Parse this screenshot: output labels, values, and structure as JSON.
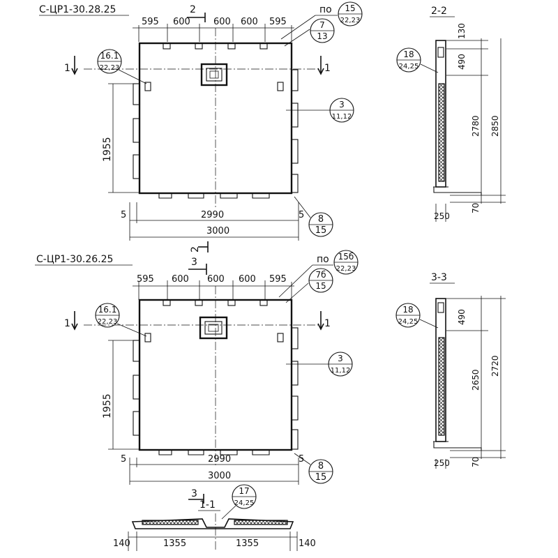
{
  "panel1": {
    "title": "С-ЦР1-30.28.25",
    "dims_top": [
      "595",
      "600",
      "600",
      "600",
      "595"
    ],
    "dim_left": "1955",
    "dim_inner": "2990",
    "dim_total": "3000",
    "edge_small": "5",
    "edge_small_right": "5",
    "section_mark": "2",
    "cut_left": "1",
    "cut_right": "1",
    "po_label": "по",
    "callouts": [
      {
        "top": "15",
        "bottom": "22,23"
      },
      {
        "top": "7",
        "bottom": "13"
      },
      {
        "top": "16.1",
        "bottom": "22,23"
      },
      {
        "top": "3",
        "bottom": "11,12"
      },
      {
        "top": "8",
        "bottom": "15"
      }
    ]
  },
  "panel2": {
    "title": "С-ЦР1-30.26.25",
    "dims_top": [
      "595",
      "600",
      "600",
      "600",
      "595"
    ],
    "dim_left": "1955",
    "dim_inner": "2990",
    "dim_total": "3000",
    "edge_small": "5",
    "edge_small_right": "5",
    "section_mark_a": "2",
    "section_mark_b": "3",
    "cut_left": "1",
    "cut_right": "1",
    "po_label": "по",
    "callouts": [
      {
        "top": "15б",
        "bottom": "22,23"
      },
      {
        "top": "7б",
        "bottom": "15"
      },
      {
        "top": "16.1",
        "bottom": "22,23"
      },
      {
        "top": "3",
        "bottom": "11,12"
      },
      {
        "top": "8",
        "bottom": "15"
      }
    ]
  },
  "section22": {
    "title": "2-2",
    "dims": [
      "130",
      "490",
      "2780",
      "2850",
      "250",
      "70"
    ],
    "callout": {
      "top": "18",
      "bottom": "24,25"
    }
  },
  "section33": {
    "title": "3-3",
    "dims": [
      "490",
      "2650",
      "2720",
      "250",
      "70"
    ],
    "callout": {
      "top": "18",
      "bottom": "24,25"
    }
  },
  "section11": {
    "title": "1-1",
    "mark": "3",
    "dims": [
      "140",
      "1355",
      "1355",
      "140"
    ],
    "callout": {
      "top": "17",
      "bottom": "24,25"
    }
  }
}
